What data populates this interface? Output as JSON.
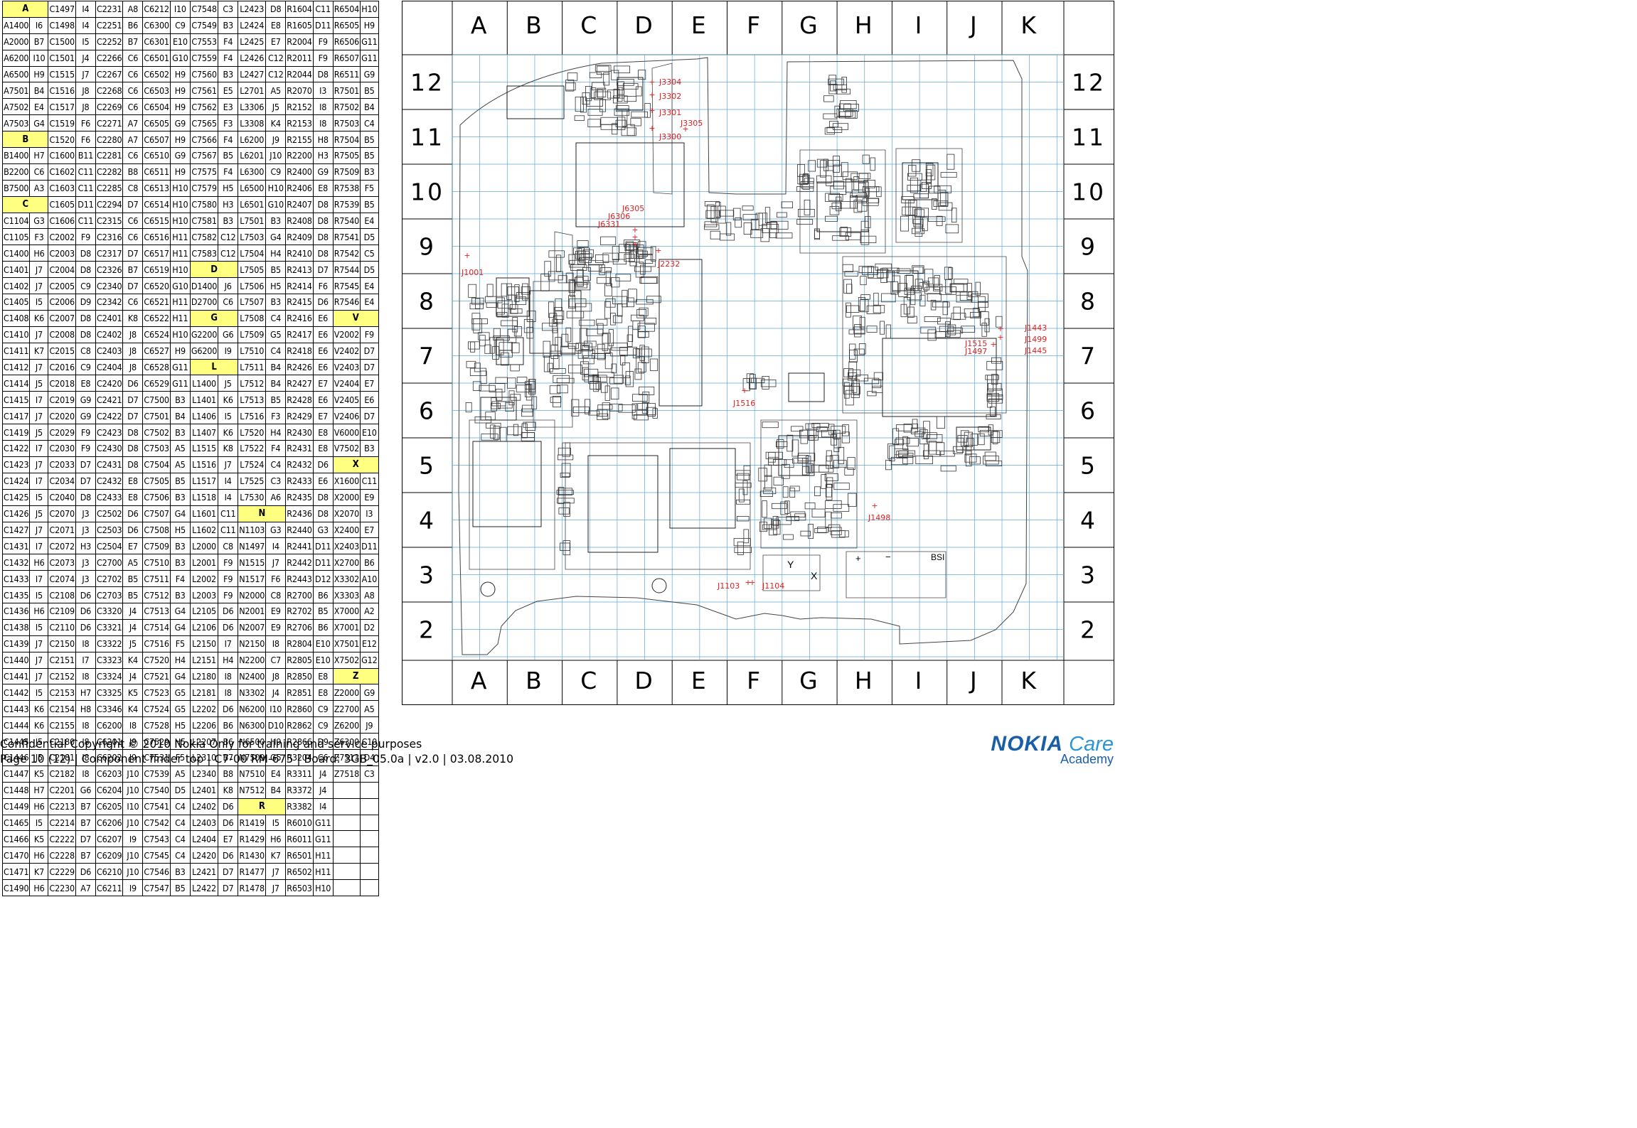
{
  "finder_table": {
    "columns": [
      [
        "h:A",
        "A1400",
        "A2000",
        "A6200",
        "A6500",
        "A7501",
        "A7502",
        "A7503",
        "h:B",
        "B1400",
        "B2200",
        "B7500",
        "h:C",
        "C1104",
        "C1105",
        "C1400",
        "C1401",
        "C1402",
        "C1405",
        "C1408",
        "C1410",
        "C1411",
        "C1412",
        "C1414",
        "C1415",
        "C1417",
        "C1419",
        "C1422",
        "C1423",
        "C1424",
        "C1425",
        "C1426",
        "C1427",
        "C1431",
        "C1432",
        "C1433",
        "C1435",
        "C1436",
        "C1438",
        "C1439",
        "C1440",
        "C1441",
        "C1442",
        "C1443",
        "C1444",
        "C1445",
        "C1446",
        "C1447",
        "C1448",
        "C1449",
        "C1465",
        "C1466",
        "C1470",
        "C1471",
        "C1490"
      ],
      [
        "",
        "I6",
        "B7",
        "I10",
        "H9",
        "B4",
        "E4",
        "G4",
        "",
        "H7",
        "C6",
        "A3",
        "",
        "G3",
        "F3",
        "H6",
        "J7",
        "J7",
        "I5",
        "K6",
        "J7",
        "K7",
        "J7",
        "J5",
        "I7",
        "J7",
        "J5",
        "I7",
        "J7",
        "I7",
        "I5",
        "J5",
        "J7",
        "I7",
        "H6",
        "I7",
        "I5",
        "H6",
        "I5",
        "J7",
        "J7",
        "J7",
        "I5",
        "K6",
        "K6",
        "J5",
        "J5",
        "K5",
        "H7",
        "H6",
        "I5",
        "K5",
        "H6",
        "K7",
        "H6"
      ],
      [
        "C1497",
        "C1498",
        "C1500",
        "C1501",
        "C1515",
        "C1516",
        "C1517",
        "C1519",
        "C1520",
        "C1600",
        "C1602",
        "C1603",
        "C1605",
        "C1606",
        "C2002",
        "C2003",
        "C2004",
        "C2005",
        "C2006",
        "C2007",
        "C2008",
        "C2015",
        "C2016",
        "C2018",
        "C2019",
        "C2020",
        "C2029",
        "C2030",
        "C2033",
        "C2034",
        "C2040",
        "C2070",
        "C2071",
        "C2072",
        "C2073",
        "C2074",
        "C2108",
        "C2109",
        "C2110",
        "C2150",
        "C2151",
        "C2152",
        "C2153",
        "C2154",
        "C2155",
        "C2180",
        "C2181",
        "C2182",
        "C2201",
        "C2213",
        "C2214",
        "C2222",
        "C2228",
        "C2229",
        "C2230"
      ],
      [
        "I4",
        "I4",
        "I5",
        "J4",
        "J7",
        "J8",
        "J8",
        "F6",
        "F6",
        "B11",
        "C11",
        "C11",
        "D11",
        "C11",
        "F9",
        "D8",
        "D8",
        "C9",
        "D9",
        "D8",
        "D8",
        "C8",
        "C9",
        "E8",
        "G9",
        "G9",
        "F9",
        "F9",
        "D7",
        "D7",
        "D8",
        "J3",
        "J3",
        "H3",
        "J3",
        "J3",
        "D6",
        "D6",
        "D6",
        "I8",
        "I7",
        "I8",
        "H7",
        "H8",
        "I8",
        "I8",
        "I8",
        "I8",
        "G6",
        "B7",
        "B7",
        "D7",
        "B7",
        "D6",
        "A7"
      ],
      [
        "C2231",
        "C2251",
        "C2252",
        "C2266",
        "C2267",
        "C2268",
        "C2269",
        "C2271",
        "C2280",
        "C2281",
        "C2282",
        "C2285",
        "C2294",
        "C2315",
        "C2316",
        "C2317",
        "C2326",
        "C2340",
        "C2342",
        "C2401",
        "C2402",
        "C2403",
        "C2404",
        "C2420",
        "C2421",
        "C2422",
        "C2423",
        "C2430",
        "C2431",
        "C2432",
        "C2433",
        "C2502",
        "C2503",
        "C2504",
        "C2700",
        "C2702",
        "C2703",
        "C3320",
        "C3321",
        "C3322",
        "C3323",
        "C3324",
        "C3325",
        "C3346",
        "C6200",
        "C6201",
        "C6202",
        "C6203",
        "C6204",
        "C6205",
        "C6206",
        "C6207",
        "C6209",
        "C6210",
        "C6211"
      ],
      [
        "A8",
        "B6",
        "B7",
        "C6",
        "C6",
        "C6",
        "C6",
        "A7",
        "A7",
        "C6",
        "B8",
        "C8",
        "D7",
        "C6",
        "C6",
        "D7",
        "B7",
        "D7",
        "C6",
        "K8",
        "J8",
        "J8",
        "J8",
        "D6",
        "D7",
        "D7",
        "D8",
        "D8",
        "D8",
        "E8",
        "E8",
        "D6",
        "D6",
        "E7",
        "A5",
        "B5",
        "B5",
        "J4",
        "J4",
        "J5",
        "K4",
        "J4",
        "K5",
        "K4",
        "I8",
        "J9",
        "J9",
        "J10",
        "J10",
        "I10",
        "J10",
        "I9",
        "J10",
        "J10",
        "I9"
      ],
      [
        "C6212",
        "C6300",
        "C6301",
        "C6501",
        "C6502",
        "C6503",
        "C6504",
        "C6505",
        "C6507",
        "C6510",
        "C6511",
        "C6513",
        "C6514",
        "C6515",
        "C6516",
        "C6517",
        "C6519",
        "C6520",
        "C6521",
        "C6522",
        "C6524",
        "C6527",
        "C6528",
        "C6529",
        "C7500",
        "C7501",
        "C7502",
        "C7503",
        "C7504",
        "C7505",
        "C7506",
        "C7507",
        "C7508",
        "C7509",
        "C7510",
        "C7511",
        "C7512",
        "C7513",
        "C7514",
        "C7516",
        "C7520",
        "C7521",
        "C7523",
        "C7524",
        "C7528",
        "C7529",
        "C7531",
        "C7539",
        "C7540",
        "C7541",
        "C7542",
        "C7543",
        "C7545",
        "C7546",
        "C7547"
      ],
      [
        "I10",
        "C9",
        "E10",
        "G10",
        "H9",
        "H9",
        "H9",
        "G9",
        "H9",
        "G9",
        "H9",
        "H10",
        "H10",
        "H10",
        "H11",
        "H11",
        "H10",
        "G10",
        "H11",
        "H11",
        "H10",
        "H9",
        "G11",
        "G11",
        "B3",
        "B4",
        "B3",
        "A5",
        "A5",
        "B5",
        "B3",
        "G4",
        "H5",
        "B3",
        "B3",
        "F4",
        "B3",
        "G4",
        "G4",
        "F5",
        "H4",
        "G4",
        "G5",
        "G5",
        "H5",
        "H5",
        "F5",
        "A5",
        "D5",
        "C4",
        "C4",
        "C4",
        "C4",
        "B3",
        "B5"
      ],
      [
        "C7548",
        "C7549",
        "C7553",
        "C7559",
        "C7560",
        "C7561",
        "C7562",
        "C7565",
        "C7566",
        "C7567",
        "C7575",
        "C7579",
        "C7580",
        "C7581",
        "C7582",
        "C7583",
        "h:D",
        "D1400",
        "D2700",
        "h:G",
        "G2200",
        "G6200",
        "h:L",
        "L1400",
        "L1401",
        "L1406",
        "L1407",
        "L1515",
        "L1516",
        "L1517",
        "L1518",
        "L1601",
        "L1602",
        "L2000",
        "L2001",
        "L2002",
        "L2003",
        "L2105",
        "L2106",
        "L2150",
        "L2151",
        "L2180",
        "L2181",
        "L2202",
        "L2206",
        "L2207",
        "L2310",
        "L2340",
        "L2401",
        "L2402",
        "L2403",
        "L2404",
        "L2420",
        "L2421",
        "L2422"
      ],
      [
        "C3",
        "B3",
        "F4",
        "F4",
        "B3",
        "E5",
        "E3",
        "F3",
        "F4",
        "B5",
        "F4",
        "H5",
        "H3",
        "B3",
        "C12",
        "C12",
        "",
        "J6",
        "C6",
        "",
        "G6",
        "I9",
        "",
        "J5",
        "K6",
        "I5",
        "K6",
        "K8",
        "J7",
        "I4",
        "I4",
        "C11",
        "C11",
        "C8",
        "F9",
        "F9",
        "F9",
        "D6",
        "D6",
        "I7",
        "H4",
        "I8",
        "I8",
        "D6",
        "B6",
        "B6",
        "B7",
        "B8",
        "K8",
        "D6",
        "D6",
        "E7",
        "D6",
        "D7",
        "D7"
      ],
      [
        "L2423",
        "L2424",
        "L2425",
        "L2426",
        "L2427",
        "L2701",
        "L3306",
        "L3308",
        "L6200",
        "L6201",
        "L6300",
        "L6500",
        "L6501",
        "L7501",
        "L7503",
        "L7504",
        "L7505",
        "L7506",
        "L7507",
        "L7508",
        "L7509",
        "L7510",
        "L7511",
        "L7512",
        "L7513",
        "L7516",
        "L7520",
        "L7522",
        "L7524",
        "L7525",
        "L7530",
        "h:N",
        "N1103",
        "N1497",
        "N1515",
        "N1517",
        "N2000",
        "N2001",
        "N2007",
        "N2150",
        "N2200",
        "N2400",
        "N3302",
        "N6200",
        "N6300",
        "N6500",
        "N7509",
        "N7510",
        "N7512",
        "h:R",
        "R1419",
        "R1429",
        "R1430",
        "R1477",
        "R1478"
      ],
      [
        "D8",
        "E8",
        "E7",
        "C12",
        "C12",
        "A5",
        "J5",
        "K4",
        "J9",
        "J10",
        "C9",
        "H10",
        "G10",
        "B3",
        "G4",
        "H4",
        "B5",
        "H5",
        "B3",
        "C4",
        "G5",
        "C4",
        "B4",
        "B4",
        "B5",
        "F3",
        "H4",
        "F4",
        "C4",
        "C3",
        "A6",
        "",
        "G3",
        "I4",
        "J7",
        "F6",
        "C8",
        "E9",
        "E9",
        "I8",
        "C7",
        "J8",
        "J4",
        "I10",
        "D10",
        "H9",
        "G5",
        "E4",
        "B4",
        "",
        "I5",
        "H6",
        "K7",
        "J7",
        "J7"
      ],
      [
        "R1604",
        "R1605",
        "R2004",
        "R2011",
        "R2044",
        "R2070",
        "R2152",
        "R2153",
        "R2155",
        "R2200",
        "R2400",
        "R2406",
        "R2407",
        "R2408",
        "R2409",
        "R2410",
        "R2413",
        "R2414",
        "R2415",
        "R2416",
        "R2417",
        "R2418",
        "R2426",
        "R2427",
        "R2428",
        "R2429",
        "R2430",
        "R2431",
        "R2432",
        "R2433",
        "R2435",
        "R2436",
        "R2440",
        "R2441",
        "R2442",
        "R2443",
        "R2700",
        "R2702",
        "R2706",
        "R2804",
        "R2805",
        "R2850",
        "R2851",
        "R2860",
        "R2862",
        "R2866",
        "R3204",
        "R3311",
        "R3372",
        "R3382",
        "R6010",
        "R6011",
        "R6501",
        "R6502",
        "R6503"
      ],
      [
        "C11",
        "D11",
        "F9",
        "F9",
        "D8",
        "I3",
        "I8",
        "I8",
        "H8",
        "H3",
        "G9",
        "E8",
        "D8",
        "D8",
        "D8",
        "D8",
        "D7",
        "F6",
        "D6",
        "E6",
        "E6",
        "E6",
        "E6",
        "E7",
        "E6",
        "E7",
        "E8",
        "E8",
        "D6",
        "E6",
        "D8",
        "D8",
        "G3",
        "D11",
        "D11",
        "D12",
        "B6",
        "B5",
        "B6",
        "E10",
        "E10",
        "E8",
        "E8",
        "C9",
        "C9",
        "D9",
        "C6",
        "J4",
        "J4",
        "I4",
        "G11",
        "G11",
        "H11",
        "H11",
        "H10"
      ],
      [
        "R6504",
        "R6505",
        "R6506",
        "R6507",
        "R6511",
        "R7501",
        "R7502",
        "R7503",
        "R7504",
        "R7505",
        "R7509",
        "R7538",
        "R7539",
        "R7540",
        "R7541",
        "R7542",
        "R7544",
        "R7545",
        "R7546",
        "h:V",
        "V2002",
        "V2402",
        "V2403",
        "V2404",
        "V2405",
        "V2406",
        "V6000",
        "V7502",
        "h:X",
        "X1600",
        "X2000",
        "X2070",
        "X2400",
        "X2403",
        "X2700",
        "X3302",
        "X3303",
        "X7000",
        "X7001",
        "X7501",
        "X7502",
        "h:Z",
        "Z2000",
        "Z2700",
        "Z6200",
        "Z6300",
        "Z7513",
        "Z7518",
        "",
        "",
        "",
        "",
        "",
        "",
        ""
      ],
      [
        "H10",
        "H9",
        "G11",
        "G11",
        "G9",
        "B5",
        "B4",
        "C4",
        "B5",
        "B5",
        "B3",
        "F5",
        "B5",
        "E4",
        "D5",
        "C5",
        "D5",
        "E4",
        "E4",
        "",
        "F9",
        "D7",
        "D7",
        "E7",
        "E6",
        "D7",
        "E10",
        "B3",
        "",
        "C11",
        "E9",
        "I3",
        "E7",
        "D11",
        "B6",
        "A10",
        "A8",
        "A2",
        "D2",
        "E12",
        "G12",
        "",
        "G9",
        "A5",
        "J9",
        "C10",
        "D4",
        "C3",
        "",
        "",
        "",
        "",
        "",
        "",
        ""
      ]
    ]
  },
  "board": {
    "columns": [
      "A",
      "B",
      "C",
      "D",
      "E",
      "F",
      "G",
      "H",
      "I",
      "J",
      "K"
    ],
    "rows": [
      "12",
      "11",
      "10",
      "9",
      "8",
      "7",
      "6",
      "5",
      "4",
      "3",
      "2"
    ],
    "test_points": [
      {
        "label": "J3304"
      },
      {
        "label": "J3302"
      },
      {
        "label": "J3301"
      },
      {
        "label": "J3305"
      },
      {
        "label": "J3300"
      },
      {
        "label": "J6305"
      },
      {
        "label": "J6306"
      },
      {
        "label": "J6331"
      },
      {
        "label": "J2232"
      },
      {
        "label": "J1001"
      },
      {
        "label": "J1516"
      },
      {
        "label": "J1443"
      },
      {
        "label": "J1499"
      },
      {
        "label": "J1515"
      },
      {
        "label": "J1497"
      },
      {
        "label": "J1445"
      },
      {
        "label": "J1498"
      },
      {
        "label": "J1103"
      },
      {
        "label": "J1104"
      }
    ],
    "marks": {
      "y": "Y",
      "x": "X",
      "bsi": "BSI",
      "plus": "+",
      "minus": "−"
    }
  },
  "footer": {
    "line1": "Confidential Copyright © 2010 Nokia Only for training and service purposes",
    "line2": "Page 10 (12)  |  Component finder top  |  C7-00 RM-675  |  Board: 3GB_05.0a  |  v2.0  |  03.08.2010"
  },
  "logo": {
    "nokia": "NOKIA",
    "care": " Care",
    "academy": "Academy"
  },
  "colors": {
    "header_yellow": "#ffff80",
    "test_point_red": "#e02020",
    "grid_line": "#5fa8d8",
    "nokia_blue": "#1a5ea7",
    "care_blue": "#2a95d6"
  }
}
